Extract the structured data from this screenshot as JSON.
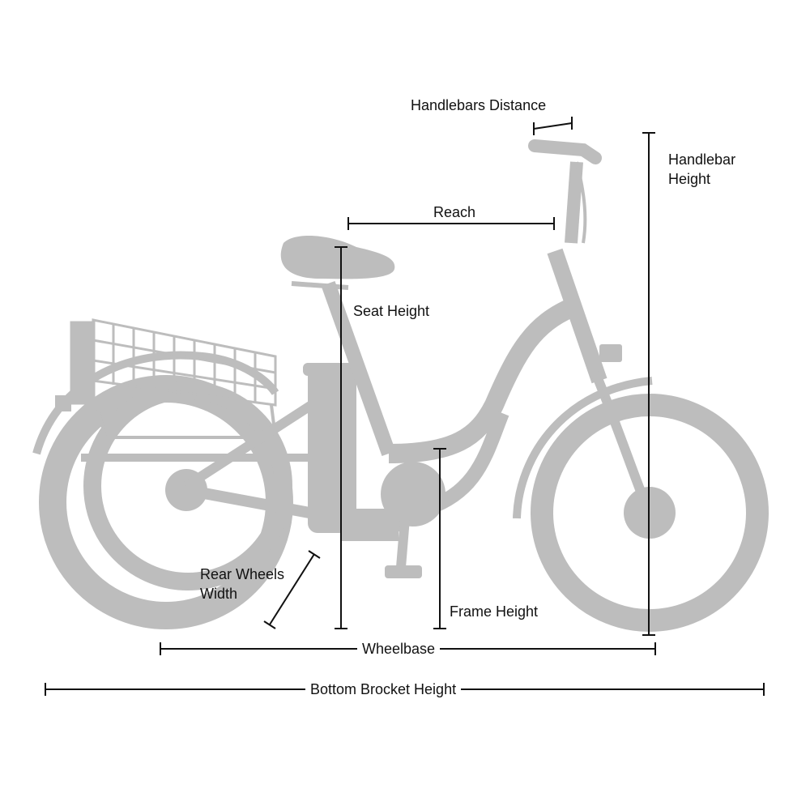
{
  "labels": {
    "handlebars_distance": "Handlebars Distance",
    "handlebar_height_line1": "Handlebar",
    "handlebar_height_line2": "Height",
    "reach": "Reach",
    "seat_height": "Seat Height",
    "rear_wheels_width_line1": "Rear Wheels",
    "rear_wheels_width_line2": "Width",
    "frame_height": "Frame Height",
    "wheelbase": "Wheelbase",
    "bottom_bracket_height": "Bottom Brocket Height"
  },
  "colors": {
    "silhouette": "#bdbdbd",
    "dimension_line": "#111111",
    "background": "#ffffff"
  }
}
